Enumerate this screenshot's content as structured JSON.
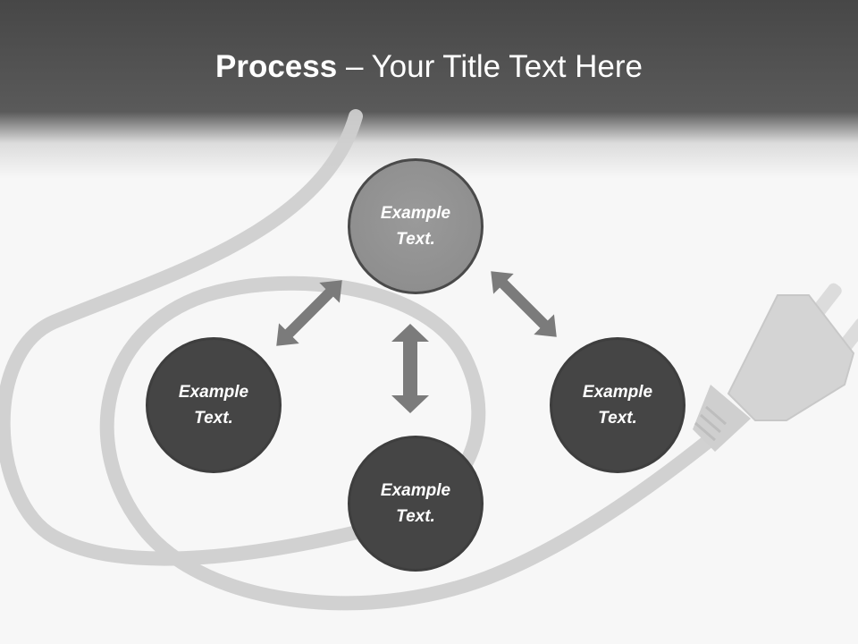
{
  "slide": {
    "title_strong": "Process",
    "title_rest": " – Your Title Text Here"
  },
  "nodes": {
    "top": {
      "label": "Example\nText."
    },
    "left": {
      "label": "Example\nText."
    },
    "right": {
      "label": "Example\nText."
    },
    "bottom": {
      "label": "Example\nText."
    }
  },
  "colors": {
    "header": "#474747",
    "node_dark": "#454545",
    "node_light": "#8f8f8f",
    "arrow": "#7b7b7b",
    "cord": "#d0d0d0"
  }
}
